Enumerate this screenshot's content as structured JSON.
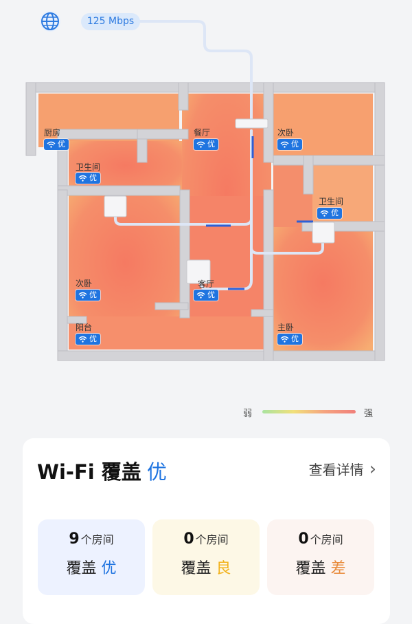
{
  "network": {
    "speed": "125 Mbps",
    "icon": "globe-icon"
  },
  "rooms": [
    {
      "label": "厨房",
      "grade": "优"
    },
    {
      "label": "卫生间",
      "grade": "优"
    },
    {
      "label": "餐厅",
      "grade": "优"
    },
    {
      "label": "次卧",
      "grade": "优"
    },
    {
      "label": "卫生间",
      "grade": "优"
    },
    {
      "label": "次卧",
      "grade": "优"
    },
    {
      "label": "客厅",
      "grade": "优"
    },
    {
      "label": "阳台",
      "grade": "优"
    },
    {
      "label": "主卧",
      "grade": "优"
    }
  ],
  "legend": {
    "weak": "弱",
    "strong": "强"
  },
  "summary": {
    "title": "Wi-Fi 覆盖",
    "grade": "优",
    "detail_link": "查看详情",
    "stats": [
      {
        "count": "9",
        "unit": "个房间",
        "label": "覆盖",
        "grade": "优"
      },
      {
        "count": "0",
        "unit": "个房间",
        "label": "覆盖",
        "grade": "良"
      },
      {
        "count": "0",
        "unit": "个房间",
        "label": "覆盖",
        "grade": "差"
      }
    ]
  },
  "colors": {
    "accent": "#1f74e0",
    "heat_strong": "#f5876a",
    "heat_edge": "#f8b47a",
    "good": "#f2b21b",
    "poor": "#e88a3a"
  }
}
